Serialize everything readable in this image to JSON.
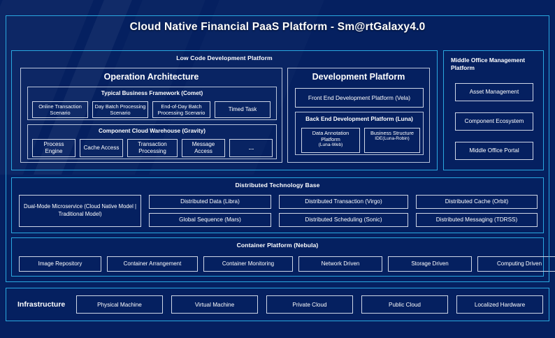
{
  "title": "Cloud Native Financial PaaS Platform - Sm@rtGalaxy4.0",
  "colors": {
    "background": "#052060",
    "accent_border": "#2aa8e0",
    "inner_border": "#b9c4da",
    "leaf_border": "#ced6e6",
    "text": "#ffffff"
  },
  "low_code": {
    "header": "Low Code Development Platform",
    "operation_architecture": {
      "title": "Operation Architecture",
      "comet": {
        "header": "Typical Business Framework (Comet)",
        "items": [
          "Online Transaction Scenario",
          "Day Batch Processing Scenario",
          "End-of-Day Batch Processing Scenario",
          "Timed Task"
        ]
      },
      "gravity": {
        "header": "Component Cloud Warehouse (Gravity)",
        "items": [
          "Process Engine",
          "Cache Access",
          "Transaction Processing",
          "Message Access",
          "......"
        ]
      }
    },
    "development_platform": {
      "title": "Development Platform",
      "front_end": "Front End Development Platform (Vela)",
      "back_end": {
        "header": "Back End Development Platform (Luna)",
        "items": [
          {
            "main": "Data Annotation Platform",
            "sub": "(Luna-Web)"
          },
          {
            "main": "Business Structure",
            "sub": "IDE(Luna-Robin)"
          }
        ]
      }
    }
  },
  "middle_office": {
    "header": "Middle Office Management Platform",
    "items": [
      "Asset Management",
      "Component Ecosystem",
      "Middle Office Portal"
    ]
  },
  "distributed_base": {
    "header": "Distributed Technology Base",
    "dual_mode": "Dual-Mode Microservice (Cloud Native Model | Traditional Model)",
    "col1": [
      "Distributed Data (Libra)",
      "Global Sequence (Mars)"
    ],
    "col2": [
      "Distributed Transaction (Virgo)",
      "Distributed Scheduling (Sonic)"
    ],
    "col3": [
      "Distributed Cache (Orbit)",
      "Distributed Messaging (TDRSS)"
    ]
  },
  "container_platform": {
    "header": "Container Platform (Nebula)",
    "items": [
      "Image Repository",
      "Container Arrangement",
      "Container Monitoring",
      "Network Driven",
      "Storage Driven",
      "Computing Driven"
    ]
  },
  "infrastructure": {
    "label": "Infrastructure",
    "items": [
      "Physical Machine",
      "Virtual Machine",
      "Private Cloud",
      "Public Cloud",
      "Localized Hardware"
    ]
  }
}
